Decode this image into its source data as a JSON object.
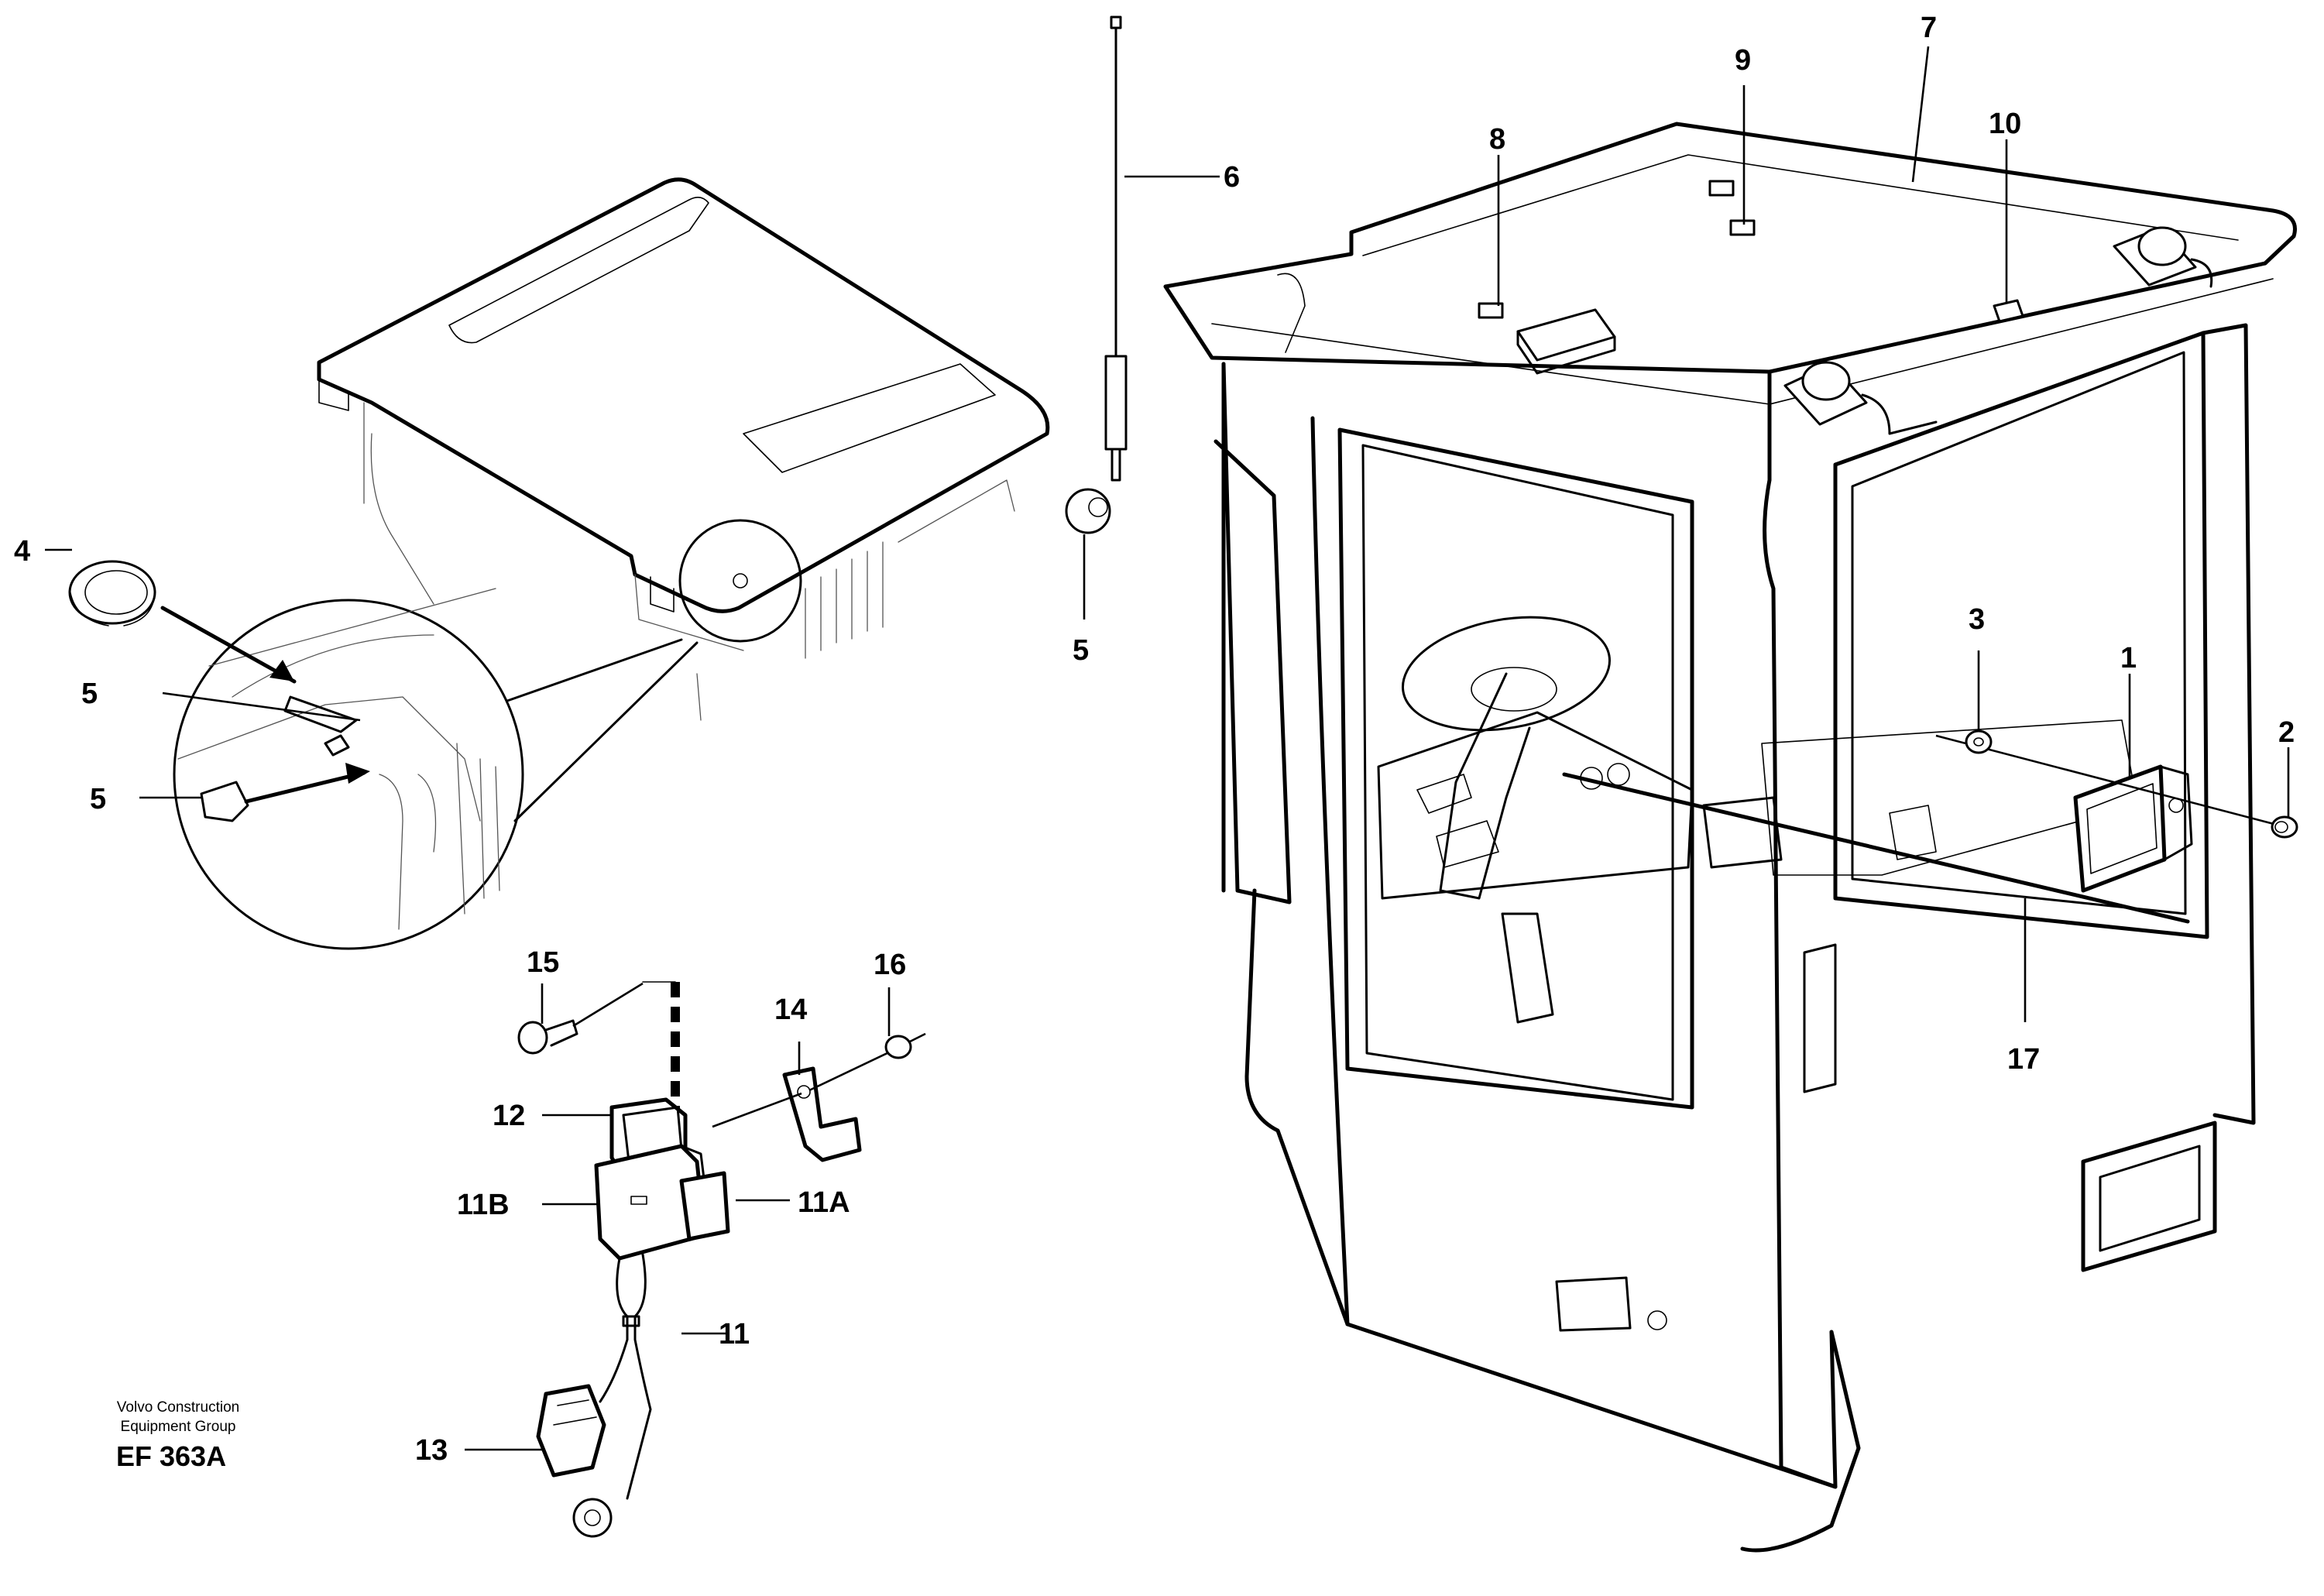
{
  "diagram": {
    "callouts": [
      {
        "id": "c1",
        "text": "1"
      },
      {
        "id": "c2",
        "text": "2"
      },
      {
        "id": "c3",
        "text": "3"
      },
      {
        "id": "c4",
        "text": "4"
      },
      {
        "id": "c5a",
        "text": "5"
      },
      {
        "id": "c5b",
        "text": "5"
      },
      {
        "id": "c5c",
        "text": "5"
      },
      {
        "id": "c6",
        "text": "6"
      },
      {
        "id": "c7",
        "text": "7"
      },
      {
        "id": "c8",
        "text": "8"
      },
      {
        "id": "c9",
        "text": "9"
      },
      {
        "id": "c10",
        "text": "10"
      },
      {
        "id": "c11",
        "text": "11"
      },
      {
        "id": "c11a",
        "text": "11A"
      },
      {
        "id": "c11b",
        "text": "11B"
      },
      {
        "id": "c12",
        "text": "12"
      },
      {
        "id": "c13",
        "text": "13"
      },
      {
        "id": "c14",
        "text": "14"
      },
      {
        "id": "c15",
        "text": "15"
      },
      {
        "id": "c16",
        "text": "16"
      },
      {
        "id": "c17",
        "text": "17"
      }
    ],
    "credit_line1": "Volvo Construction",
    "credit_line2": "Equipment Group",
    "drawing_code": "EF 363A"
  }
}
